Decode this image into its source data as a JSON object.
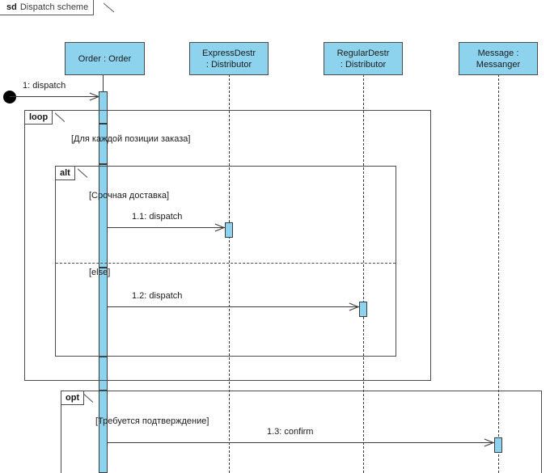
{
  "diagram": {
    "kind_keyword": "sd",
    "title": "Dispatch scheme"
  },
  "lifelines": [
    {
      "id": "order",
      "line1": "Order : Order",
      "line2": ""
    },
    {
      "id": "express",
      "line1": "ExpressDestr",
      "line2": ": Distributor"
    },
    {
      "id": "regular",
      "line1": "RegularDestr",
      "line2": ": Distributor"
    },
    {
      "id": "messenger",
      "line1": "Message :",
      "line2": "Messanger"
    }
  ],
  "fragments": [
    {
      "id": "loop",
      "operator": "loop",
      "guard": "[Для каждой позиции заказа]"
    },
    {
      "id": "alt",
      "operator": "alt",
      "guard": "[Срочная доставка]",
      "else_guard": "[else]"
    },
    {
      "id": "opt",
      "operator": "opt",
      "guard": "[Требуется подтверждение]"
    }
  ],
  "messages": [
    {
      "id": "m1",
      "label": "1: dispatch",
      "from": "found",
      "to": "order"
    },
    {
      "id": "m1_1",
      "label": "1.1: dispatch",
      "from": "order",
      "to": "express"
    },
    {
      "id": "m1_2",
      "label": "1.2: dispatch",
      "from": "order",
      "to": "regular"
    },
    {
      "id": "m1_3",
      "label": "1.3: confirm",
      "from": "order",
      "to": "messenger"
    }
  ],
  "colors": {
    "lifeline_fill": "#8ed3ee",
    "stroke": "#3a3a3a",
    "background": "#ffffff"
  }
}
